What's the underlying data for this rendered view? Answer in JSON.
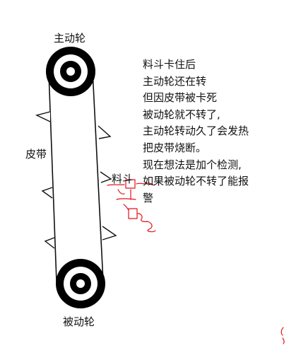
{
  "labels": {
    "driving_wheel": "主动轮",
    "driven_wheel": "被动轮",
    "belt": "皮带",
    "bucket": "料斗"
  },
  "note": {
    "lines": [
      "料斗卡住后",
      "主动轮还在转",
      "但因皮带被卡死",
      "被动轮就不转了,",
      "主动轮转动久了会发热",
      "把皮带烧断。",
      "现在想法是加个检测,",
      "如果被动轮不转了能报",
      "警"
    ]
  },
  "colors": {
    "ink": "#111111",
    "sketch": "#e0141c",
    "background": "#ffffff"
  }
}
